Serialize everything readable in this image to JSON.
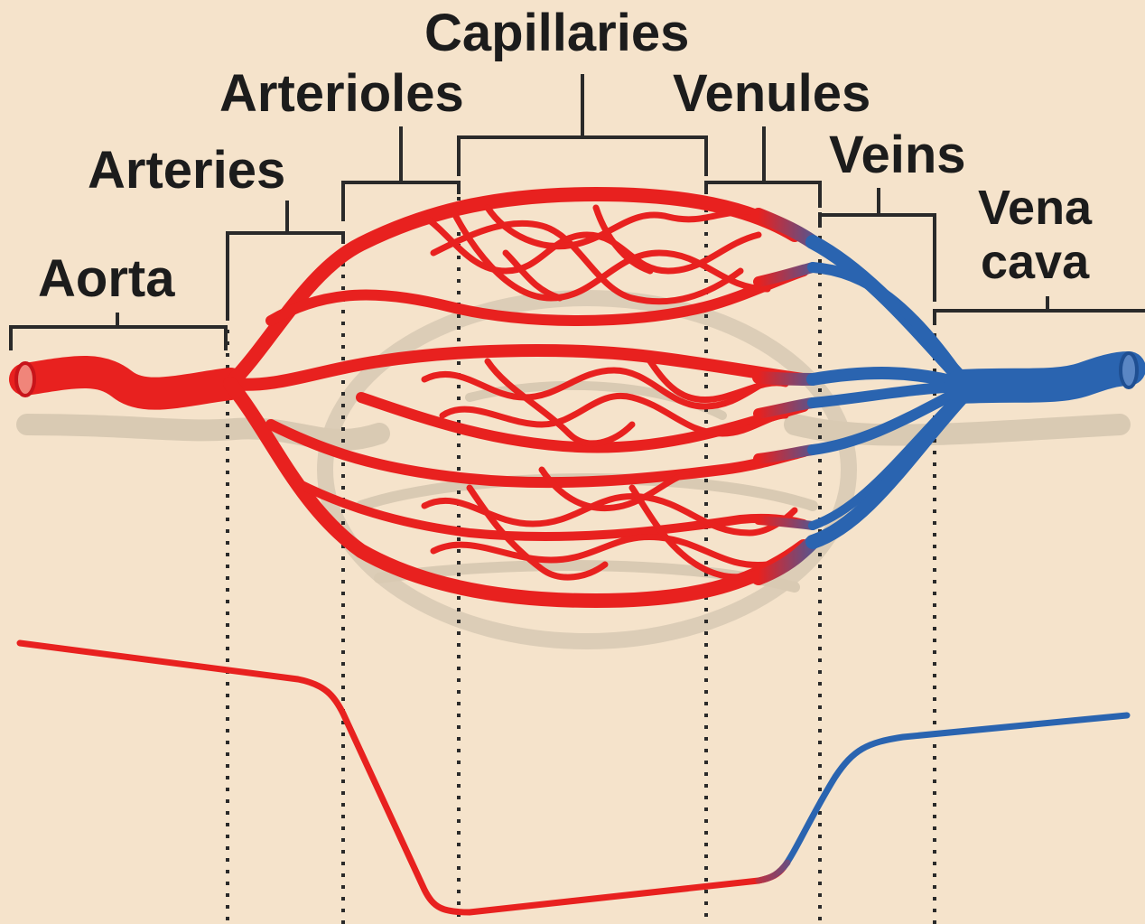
{
  "labels": {
    "aorta": "Aorta",
    "arteries": "Arteries",
    "arterioles": "Arterioles",
    "capillaries": "Capillaries",
    "venules": "Venules",
    "veins": "Veins",
    "vena_cava_line1": "Vena",
    "vena_cava_line2": "cava"
  },
  "colors": {
    "background": "#f5e3cb",
    "arterial_blood": "#e8211f",
    "venous_blood": "#2a64b0",
    "label_text": "#1c1c1c",
    "shadow": "#d9cab3"
  },
  "segments_order": [
    "Aorta",
    "Arteries",
    "Arterioles",
    "Capillaries",
    "Venules",
    "Veins",
    "Vena cava"
  ]
}
